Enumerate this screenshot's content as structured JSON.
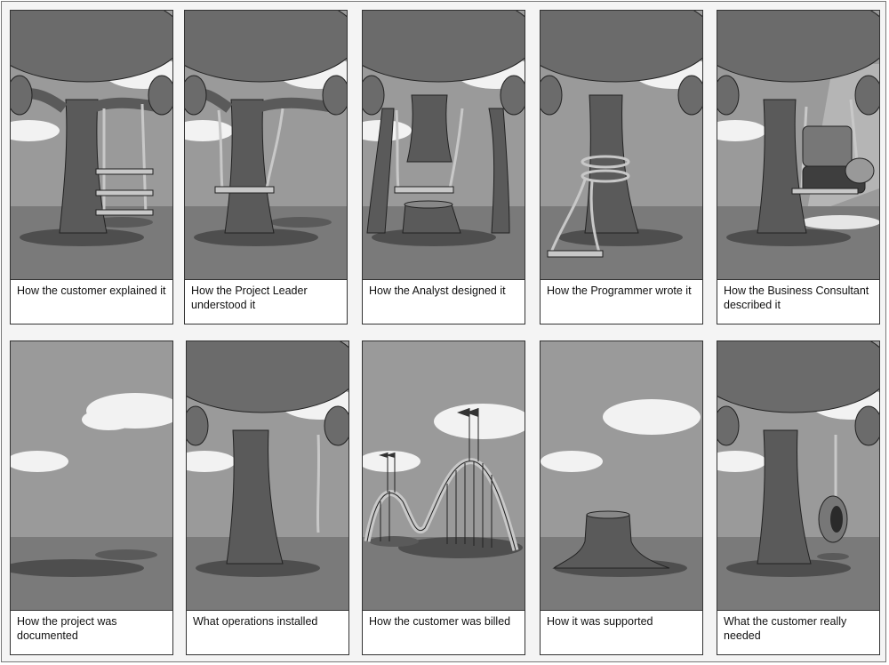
{
  "panels": [
    {
      "caption": "How the customer explained it",
      "scene": "ladder-swing"
    },
    {
      "caption": "How the Project Leader understood it",
      "scene": "trunk-swing"
    },
    {
      "caption": "How the Analyst designed it",
      "scene": "split-trunk-swing"
    },
    {
      "caption": "How the Programmer wrote it",
      "scene": "wrapped-rope-swing"
    },
    {
      "caption": "How the Business Consultant described it",
      "scene": "armchair-swing"
    },
    {
      "caption": "How the project was documented",
      "scene": "empty-field"
    },
    {
      "caption": "What operations installed",
      "scene": "single-rope"
    },
    {
      "caption": "How the customer was billed",
      "scene": "roller-coaster"
    },
    {
      "caption": "How it was supported",
      "scene": "stump"
    },
    {
      "caption": "What the customer really needed",
      "scene": "tire-swing"
    }
  ],
  "colors": {
    "sky": "#9a9a9a",
    "ground": "#7a7a7a",
    "canopy": "#6b6b6b",
    "trunk": "#5a5a5a",
    "cloud": "#f2f2f2",
    "shadow": "#4e4e4e",
    "rope": "#c8c8c8",
    "outline": "#222222"
  }
}
